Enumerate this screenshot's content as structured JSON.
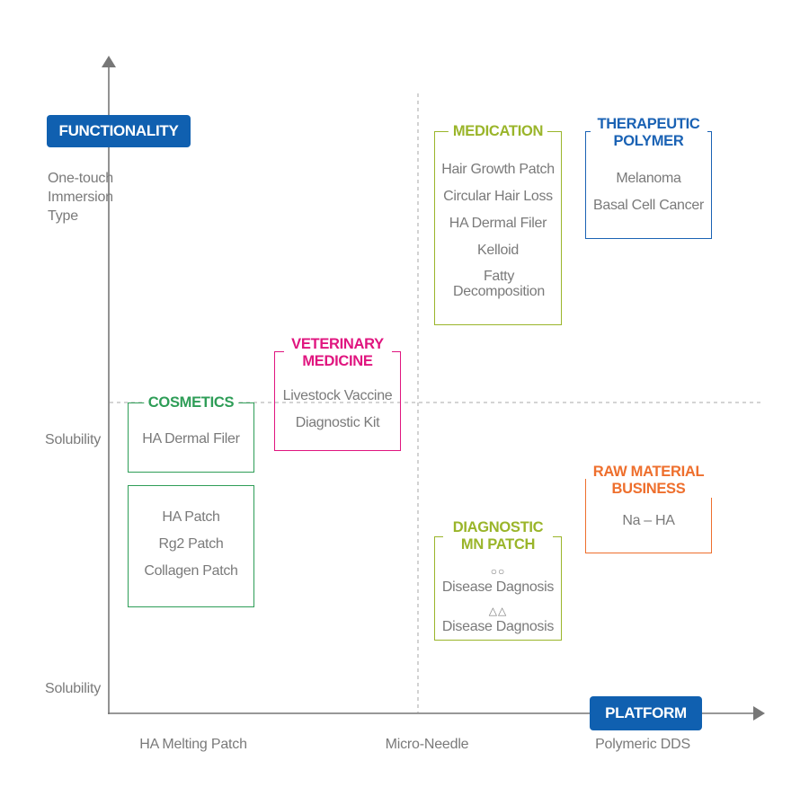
{
  "colors": {
    "axis": "#777777",
    "pill": "#1060b0",
    "green": "#2e9d57",
    "lime": "#9ab52a",
    "magenta": "#e0157f",
    "blue": "#1a62b4",
    "orange": "#ee6f2d"
  },
  "y_axis": {
    "pill": "FUNCTIONALITY",
    "top_label": "One-touch Immersion Type",
    "mid_label": "Solubility",
    "bottom_label": "Solubility"
  },
  "x_axis": {
    "pill": "PLATFORM",
    "labels": [
      "HA Melting Patch",
      "Micro-Needle",
      "Polymeric DDS"
    ]
  },
  "boxes": {
    "cosmetics": {
      "title": "COSMETICS",
      "items": [
        "HA Dermal Filer"
      ]
    },
    "patches": {
      "title": "",
      "items": [
        "HA Patch",
        "Rg2 Patch",
        "Collagen Patch"
      ]
    },
    "veterinary": {
      "title": "VETERINARY MEDICINE",
      "items": [
        "Livestock Vaccine",
        "Diagnostic Kit"
      ]
    },
    "medication": {
      "title": "MEDICATION",
      "items": [
        "Hair Growth Patch",
        "Circular Hair Loss",
        "HA Dermal Filer",
        "Kelloid",
        "Fatty Decomposition"
      ]
    },
    "therapeutic": {
      "title": "THERAPEUTIC POLYMER",
      "items": [
        "Melanoma",
        "Basal Cell Cancer"
      ]
    },
    "raw_material": {
      "title": "RAW MATERIAL BUSINESS",
      "items": [
        "Na – HA"
      ]
    },
    "diagnostic": {
      "title": "DIAGNOSTIC MN PATCH",
      "items": [
        {
          "marks": "○○",
          "text": "Disease Dagnosis"
        },
        {
          "marks": "△△",
          "text": "Disease Dagnosis"
        }
      ]
    }
  }
}
